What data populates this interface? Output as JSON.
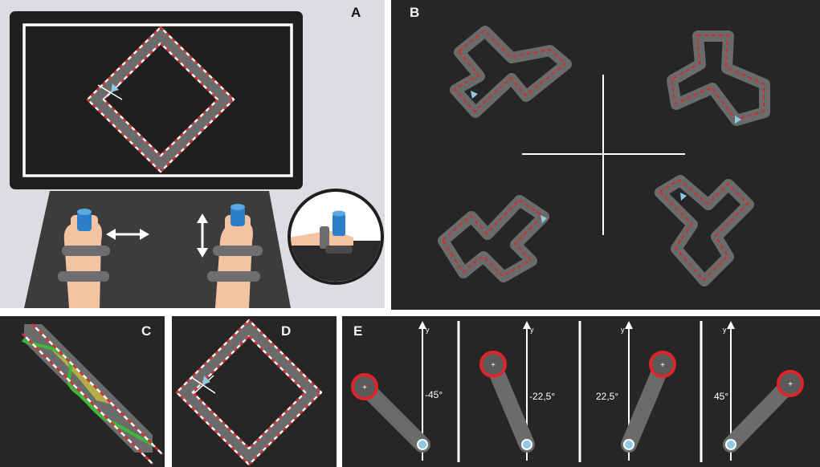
{
  "panels": {
    "a": {
      "label": "A"
    },
    "b": {
      "label": "B"
    },
    "c": {
      "label": "C"
    },
    "d": {
      "label": "D"
    },
    "e": {
      "label": "E"
    }
  },
  "panel_e": {
    "axis_label": "y",
    "angles": [
      "-45°",
      "-22,5°",
      "22,5°",
      "45°"
    ]
  },
  "colors": {
    "panel_bg": "#262626",
    "light_bg": "#dcdde1",
    "track": "#6b6b6b",
    "dash_red": "#d62b2b",
    "dash_white": "#ffffff",
    "handle_blue": "#2a7fc8",
    "target_red": "#e0242a",
    "skin": "#f4c4a2",
    "strap": "#6e6e70"
  }
}
